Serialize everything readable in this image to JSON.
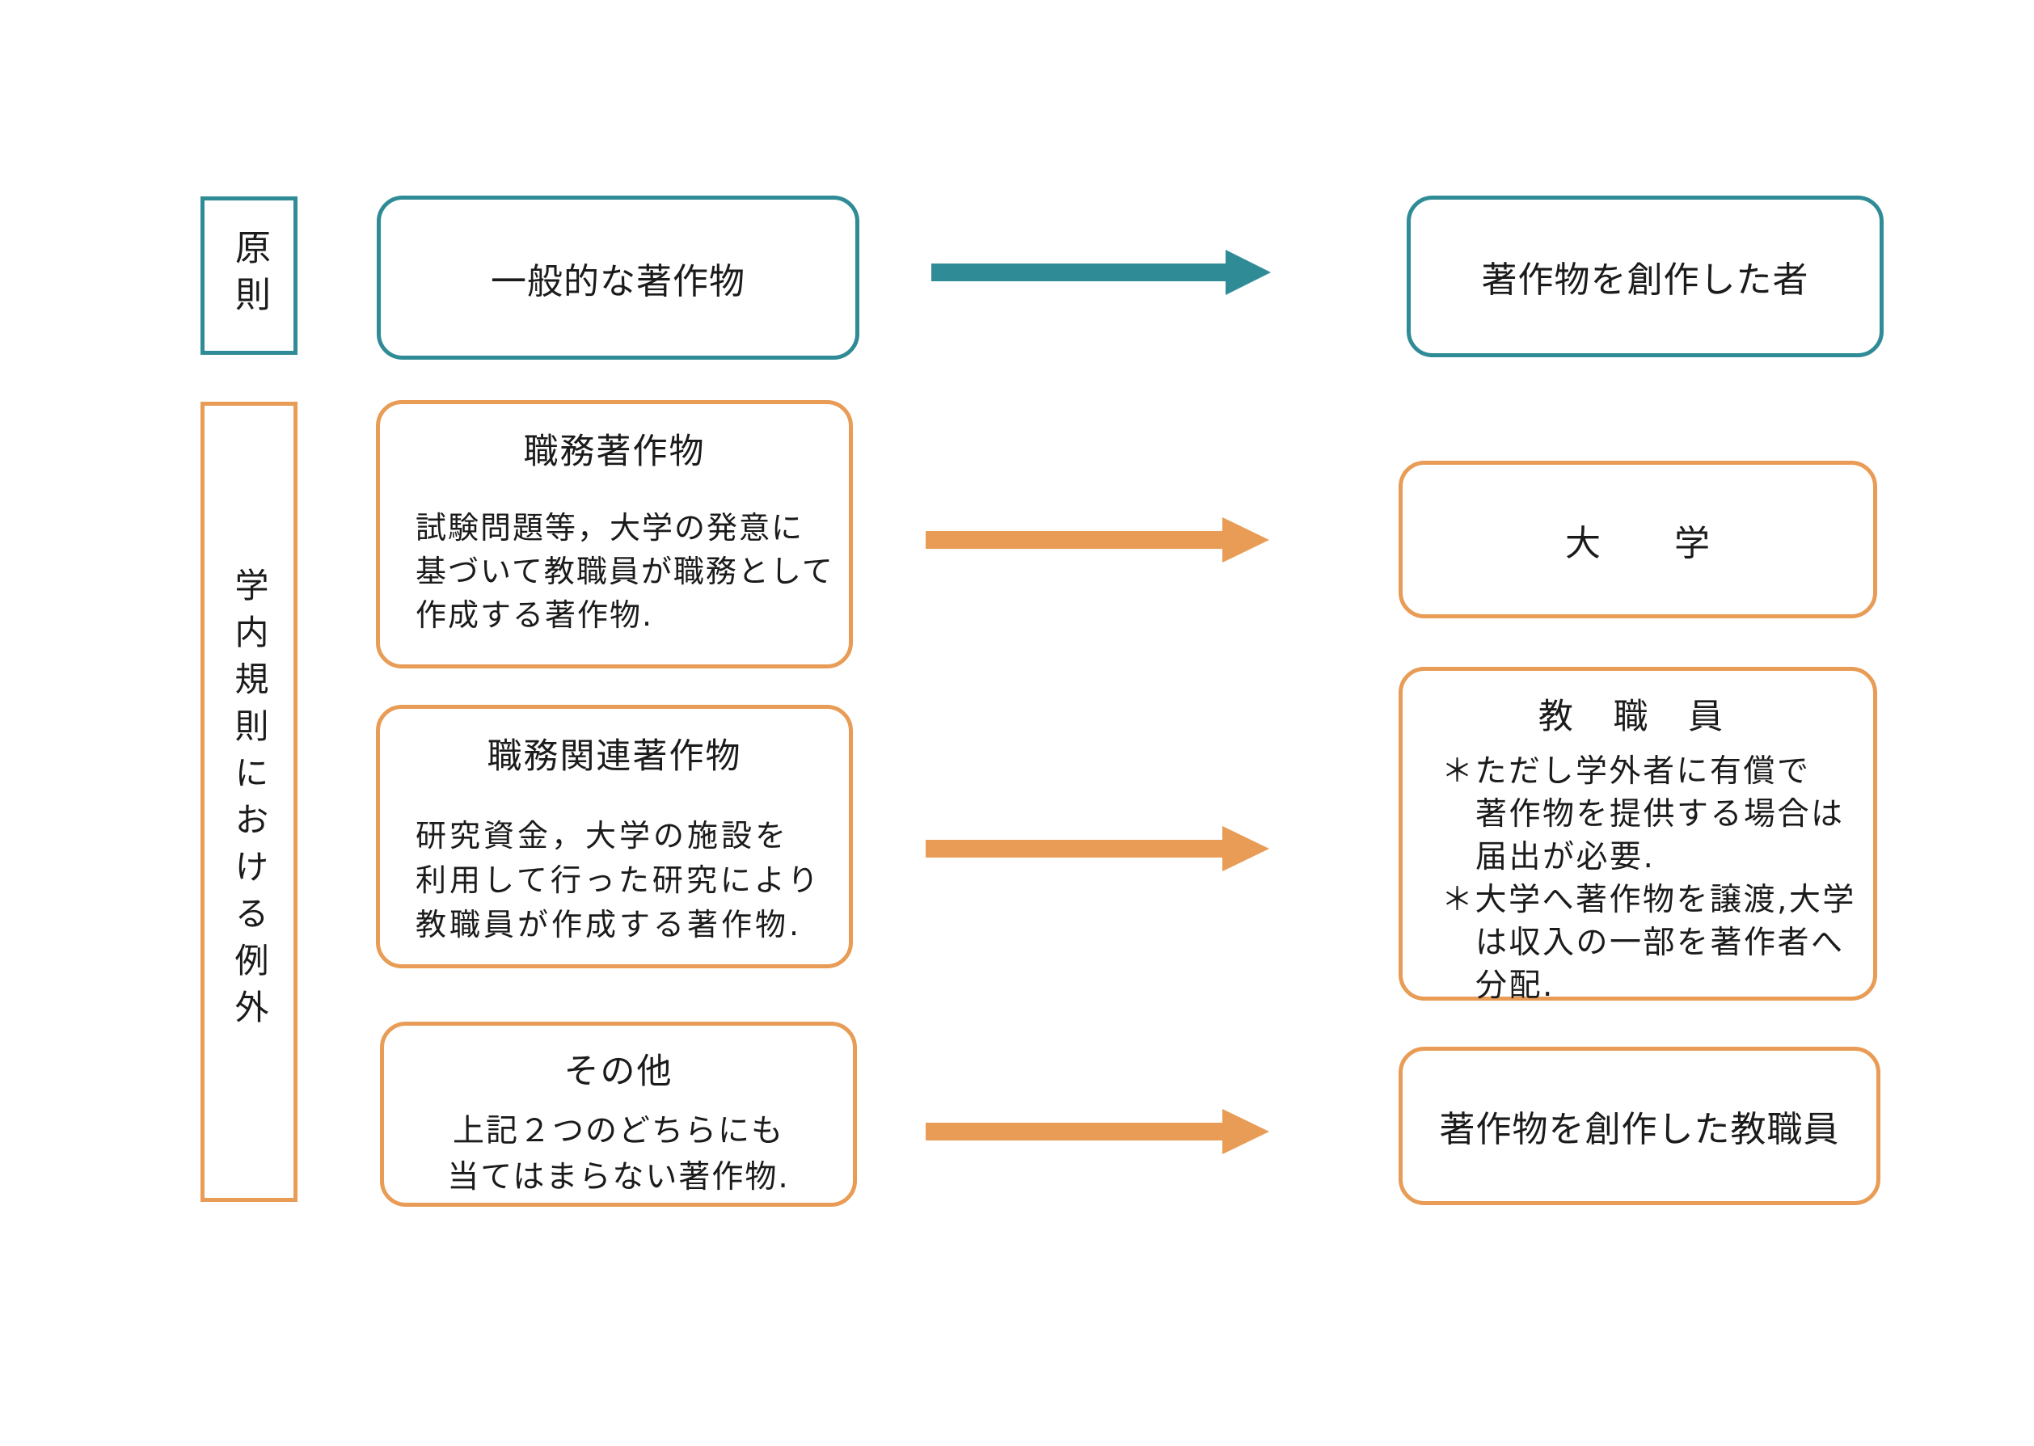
{
  "colors": {
    "teal": "#2F8B96",
    "orange": "#E89C55",
    "text": "#1b1b1b",
    "background": "#ffffff"
  },
  "principle_row": {
    "side_label": "原則",
    "source_box": {
      "label": "一般的な著作物"
    },
    "target_box": {
      "label": "著作物を創作した者"
    }
  },
  "exception_section": {
    "side_label": "学内規則における例外",
    "rows": [
      {
        "source_box": {
          "title": "職務著作物",
          "lines": [
            "試験問題等，大学の発意に",
            "基づいて教職員が職務として",
            "作成する著作物."
          ]
        },
        "target_box": {
          "label": "大　　学"
        }
      },
      {
        "source_box": {
          "title": "職務関連著作物",
          "lines": [
            "研究資金，大学の施設を",
            "利用して行った研究により",
            "教職員が作成する著作物."
          ]
        },
        "target_box": {
          "title": "教 職 員",
          "lines": [
            "＊ただし学外者に有償で",
            "著作物を提供する場合は",
            "届出が必要.",
            "＊大学へ著作物を譲渡,大学",
            "は収入の一部を著作者へ",
            "分配."
          ]
        }
      },
      {
        "source_box": {
          "title": "その他",
          "lines": [
            "上記２つのどちらにも",
            "当てはまらない著作物."
          ]
        },
        "target_box": {
          "label": "著作物を創作した教職員"
        }
      }
    ]
  }
}
